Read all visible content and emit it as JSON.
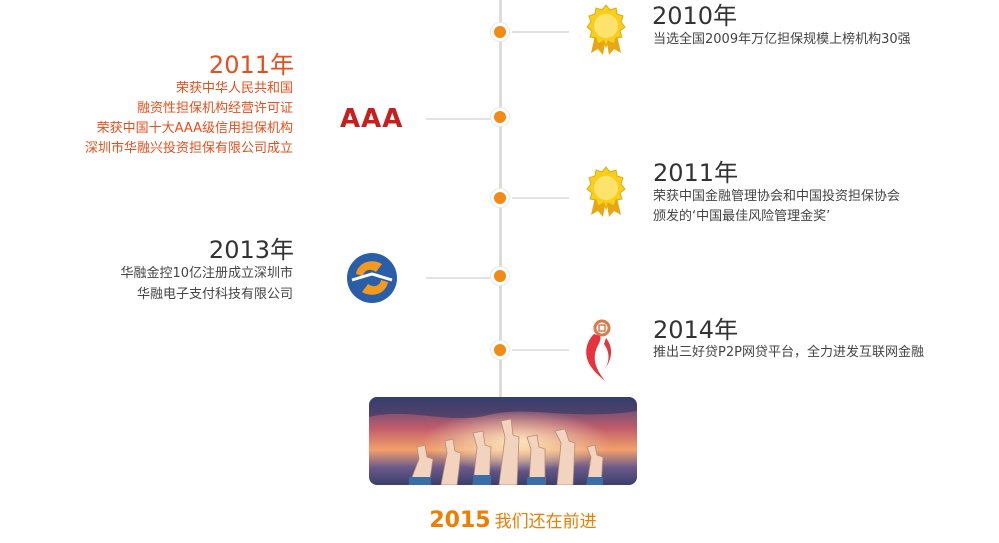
{
  "timeline": {
    "entry_2010": {
      "year": "2010年",
      "lines": [
        "当选全国2009年万亿担保规模上榜机构30强"
      ],
      "icon": "medal-icon"
    },
    "entry_2011_left": {
      "year": "2011年",
      "lines": [
        "荣获中华人民共和国",
        "融资性担保机构经营许可证",
        "荣获中国十大AAA级信用担保机构",
        "深圳市华融兴投资担保有限公司成立"
      ],
      "badge": "AAA"
    },
    "entry_2011_right": {
      "year": "2011年",
      "lines": [
        "荣获中国金融管理协会和中国投资担保协会",
        "颁发的‘中国最佳风险管理金奖’"
      ],
      "icon": "medal-icon"
    },
    "entry_2013": {
      "year": "2013年",
      "lines": [
        "华融金控10亿注册成立深圳市",
        "华融电子支付科技有限公司"
      ],
      "icon": "company-logo-icon"
    },
    "entry_2014": {
      "year": "2014年",
      "lines": [
        "推出三好贷P2P网贷平台，全力进发互联网金融"
      ],
      "icon": "platform-logo-icon"
    },
    "final": {
      "year": "2015",
      "text": "我们还在前进"
    }
  },
  "colors": {
    "accent": "#f28a14",
    "highlight": "#e84e1b",
    "aaa": "#c81e1e",
    "final": "#f07c00",
    "line": "#dcdcdc"
  }
}
